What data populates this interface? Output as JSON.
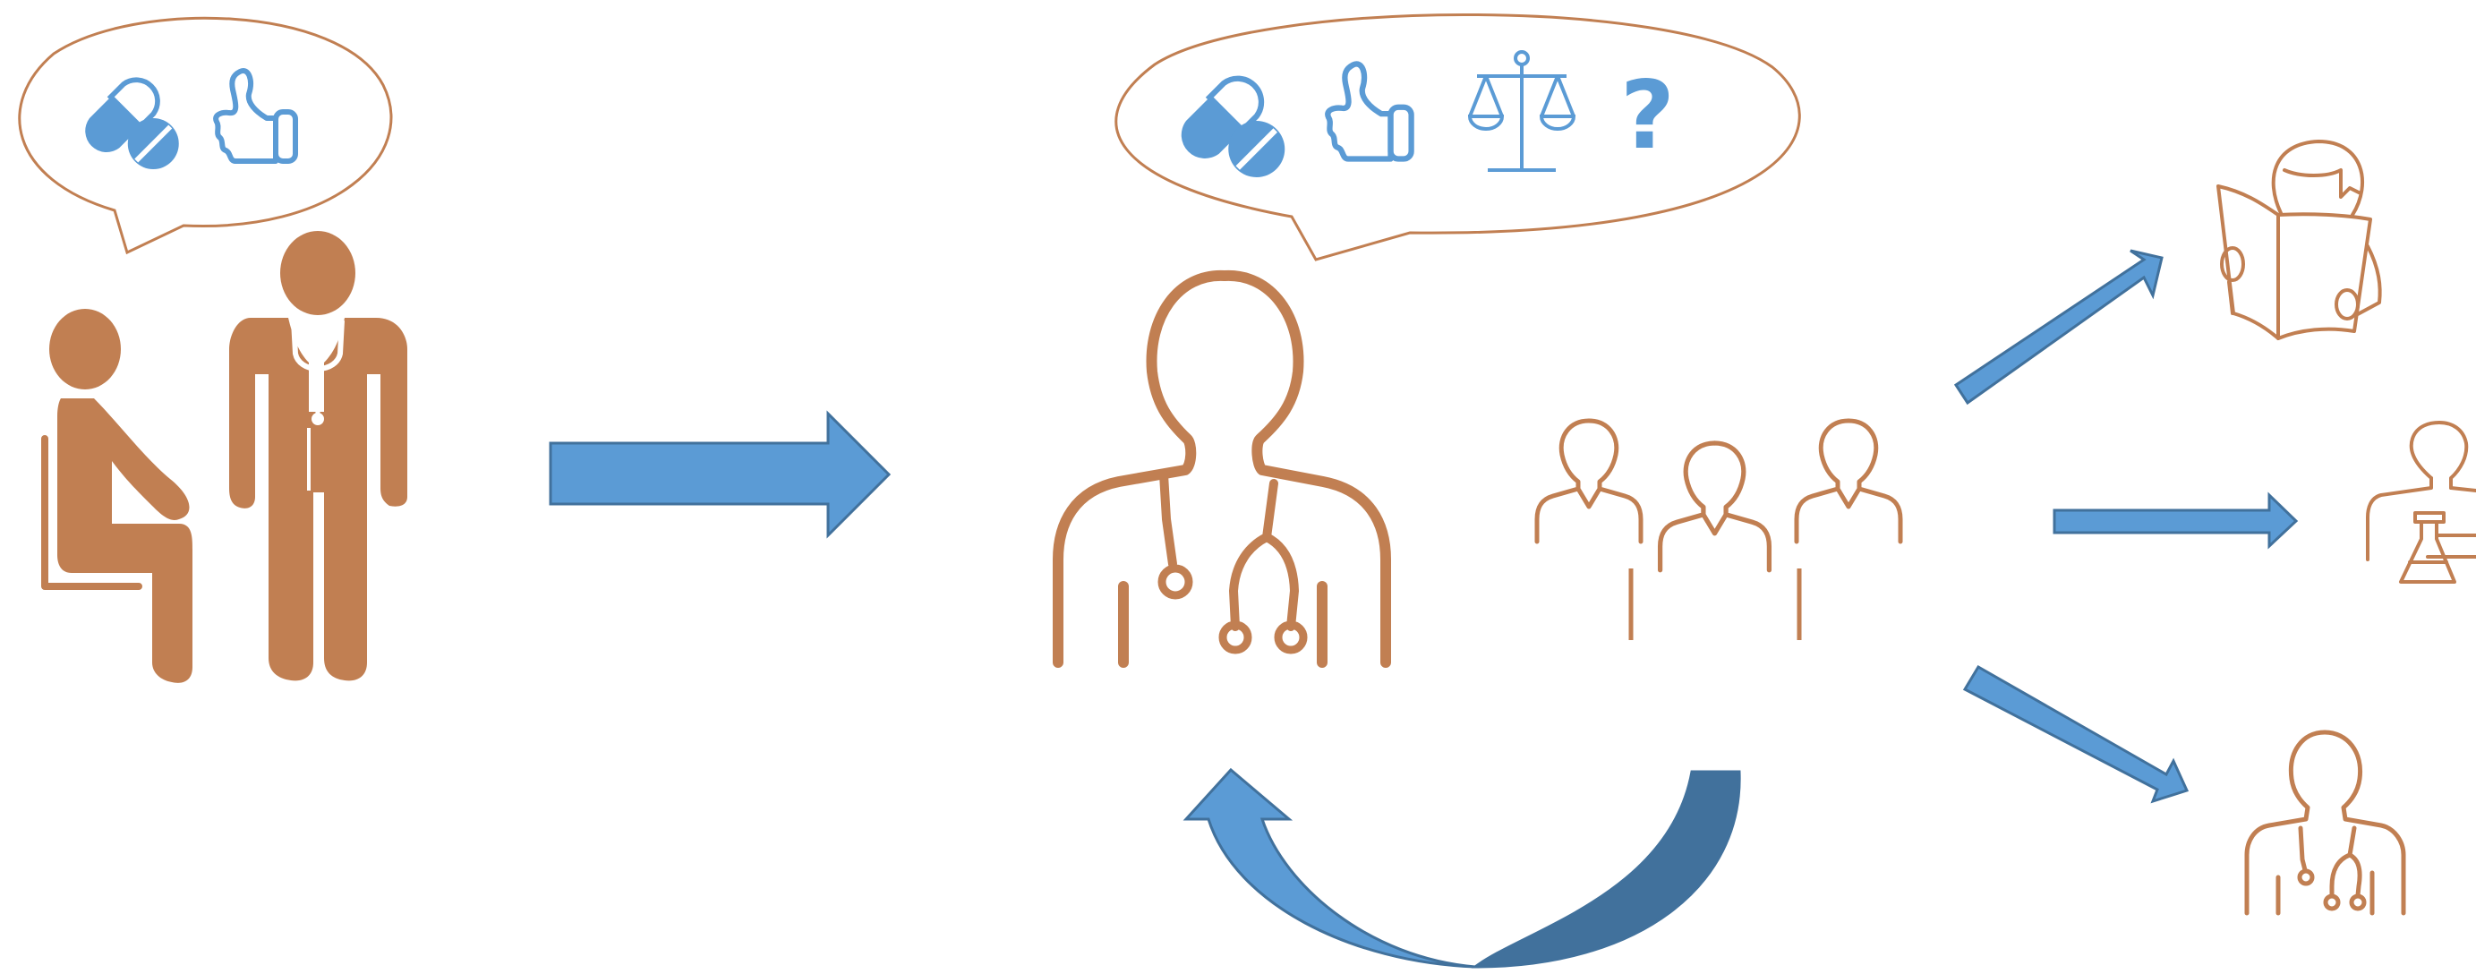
{
  "colors": {
    "figure": "#C17F52",
    "arrow": "#5B9BD5",
    "arrow_border": "#41719C",
    "icon": "#5B9BD5",
    "background": "#FFFFFF"
  },
  "patient_scene": {
    "figures": [
      "seated-patient",
      "standing-doctor"
    ],
    "speech_bubble_icons": [
      "pill-capsule-icon",
      "thumbs-up-icon"
    ]
  },
  "doctor_scene": {
    "figures": [
      "doctor-with-stethoscope",
      "colleagues-group"
    ],
    "speech_bubble_icons": [
      "pill-capsule-icon",
      "thumbs-up-icon",
      "balance-scale-icon",
      "question-mark-icon"
    ],
    "question_mark": "?"
  },
  "outcomes": [
    "reading-person-icon",
    "person-with-lab-flask-icon",
    "doctor-icon"
  ],
  "arrows": [
    "arrow-right-main",
    "arrow-feedback-loop",
    "arrow-up-right",
    "arrow-right-small",
    "arrow-down-right"
  ]
}
